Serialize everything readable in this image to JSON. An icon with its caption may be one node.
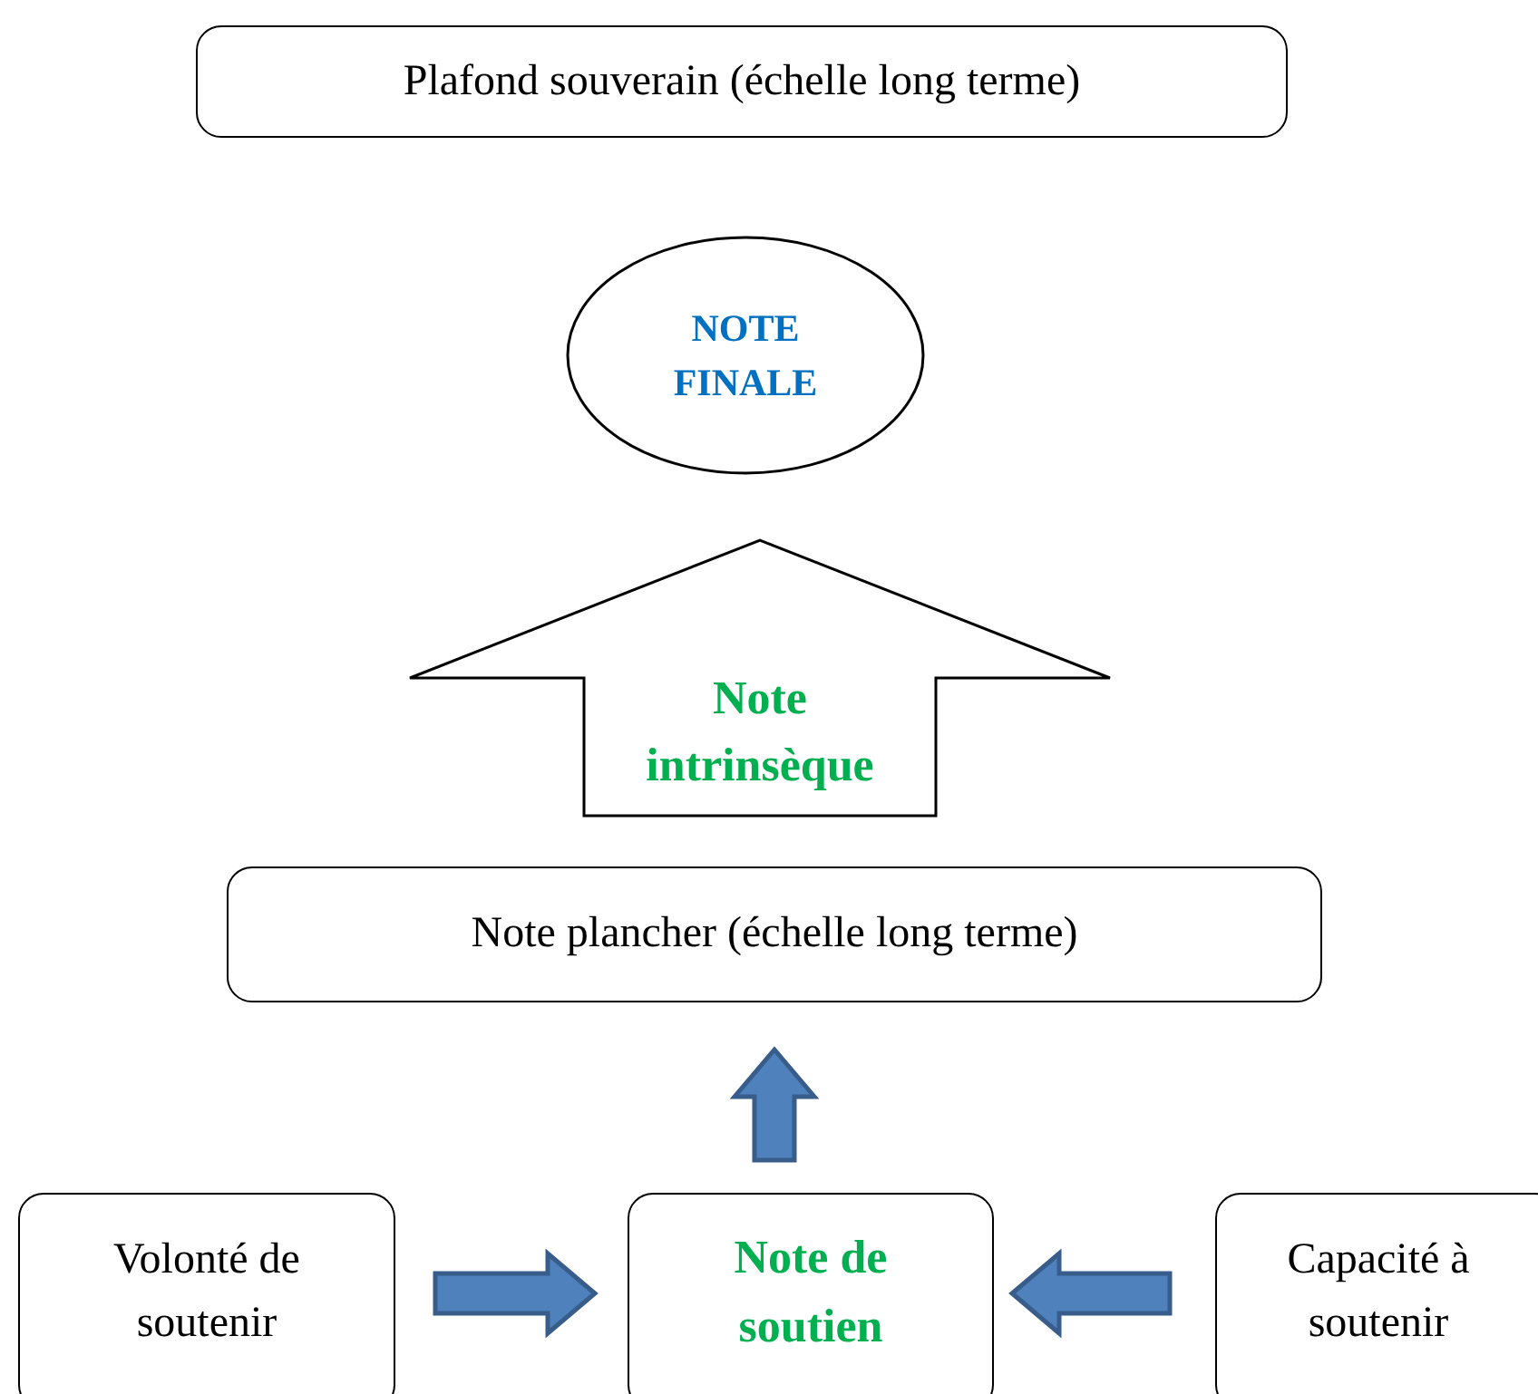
{
  "diagram": {
    "nodes": [
      {
        "text": [
          "Plafond souverain (échelle long terme)"
        ]
      },
      {
        "text": [
          "NOTE FINALE"
        ]
      },
      {
        "text": [
          "Note plancher (échelle long terme)"
        ]
      },
      {
        "text": [
          "Volonté de soutenir"
        ]
      },
      {
        "text": [
          "Note de soutien"
        ]
      },
      {
        "text": [
          "Capacité à soutenir"
        ]
      }
    ],
    "edges": [
      {
        "from": 3,
        "to": 4,
        "arrow": "to"
      },
      {
        "from": 5,
        "to": 4,
        "arrow": "to"
      },
      {
        "from": 4,
        "to": 2,
        "arrow": "to"
      },
      {
        "from": 2,
        "to": 1,
        "arrow": "to",
        "label": "Note intrinsèque",
        "color": "#000000"
      }
    ]
  }
}
